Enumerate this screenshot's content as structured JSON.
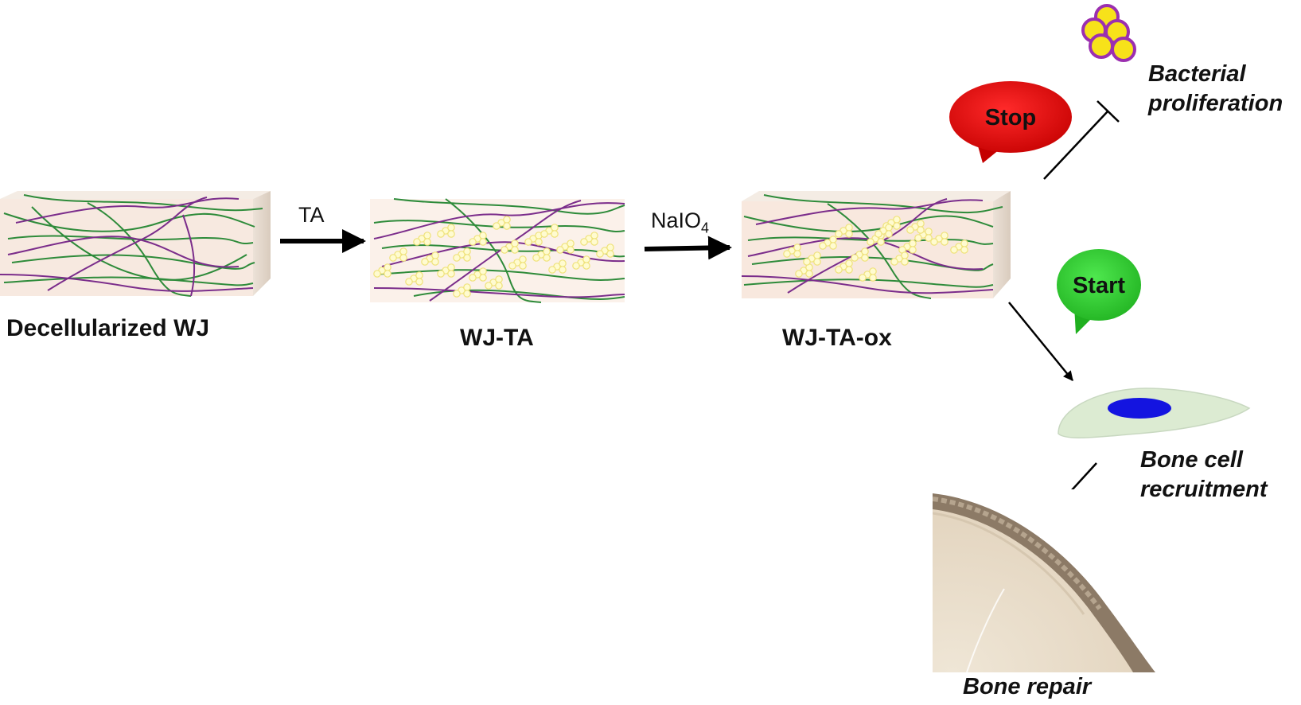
{
  "stages": {
    "decell": "Decellularized WJ",
    "wjta": "WJ-TA",
    "wjtaox": "WJ-TA-ox"
  },
  "reagents": {
    "ta": "TA",
    "naio4_main": "NaIO",
    "naio4_sub": "4"
  },
  "bubbles": {
    "stop": "Stop",
    "start": "Start"
  },
  "outcomes": {
    "bacterial_line1": "Bacterial",
    "bacterial_line2": "proliferation",
    "bone_cell_line1": "Bone cell",
    "bone_cell_line2": "recruitment",
    "bone_repair": "Bone repair"
  },
  "colors": {
    "fiber_green": "#2e8b3a",
    "fiber_purple": "#7b2d8b",
    "block_face": "#f6e6dc",
    "block_side": "#e6d8cc",
    "stop_red": "#e01010",
    "start_green": "#2fd22f",
    "bacteria_yellow": "#f7e21a",
    "bacteria_purple": "#9b2fb0",
    "cell_body": "#dcebd2",
    "nucleus_blue": "#1414e0",
    "bone_tan": "#e9ddca",
    "bone_rim": "#8c7a66"
  }
}
